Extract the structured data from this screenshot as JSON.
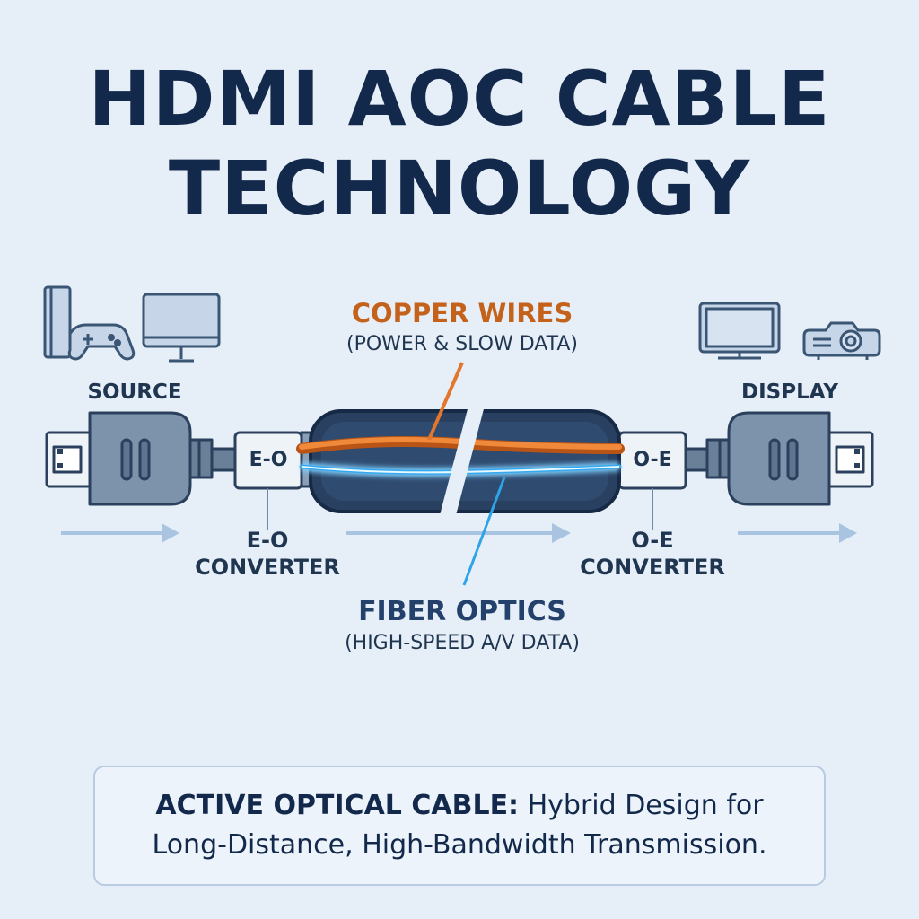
{
  "title": {
    "line1": "HDMI AOC CABLE",
    "line2": "TECHNOLOGY"
  },
  "source": {
    "label": "SOURCE",
    "icons": [
      "game-console-icon",
      "monitor-icon"
    ]
  },
  "display": {
    "label": "DISPLAY",
    "icons": [
      "tv-icon",
      "projector-icon"
    ]
  },
  "copper": {
    "title": "COPPER WIRES",
    "subtitle": "(POWER & SLOW DATA)",
    "color": "#e2762b"
  },
  "fiber": {
    "title": "FIBER OPTICS",
    "subtitle": "(HIGH-SPEED A/V DATA)",
    "color": "#35a9ef"
  },
  "eo_converter": {
    "box_label": "E-O",
    "caption_line1": "E-O",
    "caption_line2": "CONVERTER"
  },
  "oe_converter": {
    "box_label": "O-E",
    "caption_line1": "O-E",
    "caption_line2": "CONVERTER"
  },
  "callout": {
    "bold": "ACTIVE OPTICAL CABLE:",
    "rest_line1": " Hybrid Design for",
    "line2": "Long-Distance, High-Bandwidth Transmission."
  },
  "colors": {
    "background": "#e6eff8",
    "title": "#13294b",
    "connector": "#6f8aa6",
    "arrow": "#a9c4e0"
  }
}
